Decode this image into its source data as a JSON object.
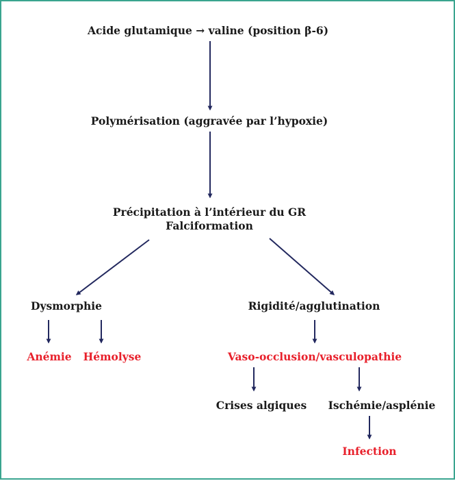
{
  "colors": {
    "border": "#3aa58f",
    "arrow": "#22285e",
    "text": "#1a1a1a",
    "highlight": "#e8202b"
  },
  "nodes": {
    "glutamic": "Acide glutamique → valine (position β-6)",
    "polymerisation": "Polymérisation (aggravée par l’hypoxie)",
    "precipitation_line1": "Précipitation à l’intérieur du GR",
    "precipitation_line2": "Falciformation",
    "dysmorphie": "Dysmorphie",
    "rigidite": "Rigidité/agglutination",
    "anemie": "Anémie",
    "hemolyse": "Hémolyse",
    "vaso_occlusion": "Vaso-occlusion/vasculopathie",
    "crises": "Crises algiques",
    "ischemie": "Ischémie/asplénie",
    "infection": "Infection"
  }
}
